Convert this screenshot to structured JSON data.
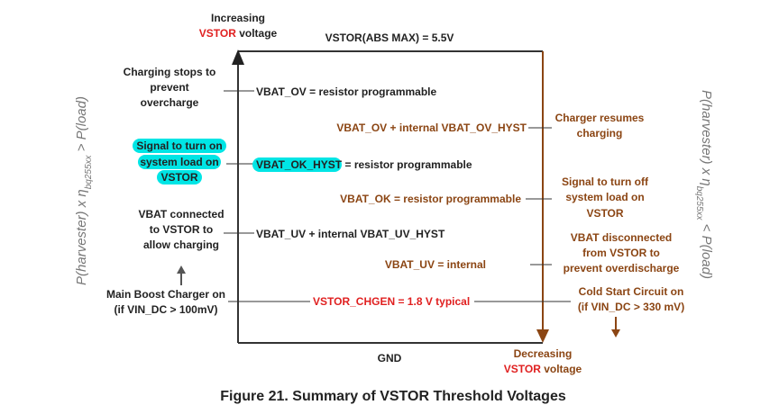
{
  "colors": {
    "black": "#222222",
    "red": "#e02020",
    "brown": "#8b4513",
    "highlight": "#00e5e5",
    "gray": "#777777",
    "gray_arrow": "#555555",
    "axis": "#333333"
  },
  "top": {
    "increasing_line1": "Increasing",
    "increasing_vstor": "VSTOR",
    "increasing_voltage": " voltage",
    "abs_max": "VSTOR(ABS MAX) = 5.5V"
  },
  "left_notes": {
    "charging_stops": [
      "Charging stops to",
      "prevent",
      "overcharge"
    ],
    "signal_on": [
      "Signal to turn on",
      "system load on",
      "VSTOR"
    ],
    "vbat_connected": [
      "VBAT connected",
      "to VSTOR to",
      "allow charging"
    ],
    "main_boost": [
      "Main Boost Charger on",
      "(if VIN_DC > 100mV)"
    ]
  },
  "thresholds": {
    "vbat_ov": "VBAT_OV = resistor programmable",
    "vbat_ov_hyst": "VBAT_OV + internal VBAT_OV_HYST",
    "vbat_ok_hyst_label": "VBAT_OK_HYST",
    "vbat_ok_hyst_rest": " = resistor programmable",
    "vbat_ok": "VBAT_OK = resistor programmable",
    "vbat_uv_hyst": "VBAT_UV + internal VBAT_UV_HYST",
    "vbat_uv": "VBAT_UV = internal",
    "vstor_chgen": "VSTOR_CHGEN = 1.8 V typical"
  },
  "right_notes": {
    "charger_resumes": [
      "Charger resumes",
      "charging"
    ],
    "signal_off": [
      "Signal to turn off",
      "system load on",
      "VSTOR"
    ],
    "vbat_disconnected": [
      "VBAT disconnected",
      "from VSTOR to",
      "prevent overdischarge"
    ],
    "cold_start": [
      "Cold Start Circuit on",
      "(if VIN_DC > 330 mV)"
    ]
  },
  "bottom": {
    "gnd": "GND",
    "decreasing_line1": "Decreasing",
    "decreasing_vstor": "VSTOR",
    "decreasing_voltage": " voltage"
  },
  "side_labels": {
    "left_main": "P(harvester) x η",
    "left_sub": "bq255xx",
    "left_end": " > P(load)",
    "right_main": "P(harvester) x η",
    "right_sub": "bq255xx",
    "right_end": " < P(load)"
  },
  "caption": "Figure 21.  Summary of VSTOR Threshold Voltages"
}
